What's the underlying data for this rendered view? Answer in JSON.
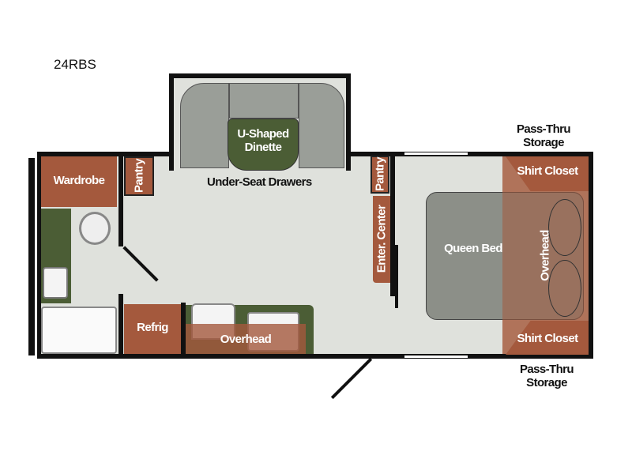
{
  "model": "24RBS",
  "labels": {
    "wardrobe": "Wardrobe",
    "pantry_left": "Pantry",
    "dinette": "U-Shaped Dinette",
    "under_seat": "Under-Seat Drawers",
    "pantry_right": "Pantry",
    "enter_center": "Enter. Center",
    "queen_bed": "Queen Bed",
    "overhead_bed": "Overhead",
    "shirt_closet_top": "Shirt Closet",
    "shirt_closet_bottom": "Shirt Closet",
    "pass_thru_top": "Pass-Thru Storage",
    "pass_thru_bottom": "Pass-Thru Storage",
    "refrig": "Refrig",
    "overhead_kitchen": "Overhead"
  },
  "colors": {
    "cabinet": "#a4593d",
    "counter": "#4b5d35",
    "floor": "#dfe1dc",
    "seat": "#9a9e98",
    "bed": "#8c8f88"
  }
}
